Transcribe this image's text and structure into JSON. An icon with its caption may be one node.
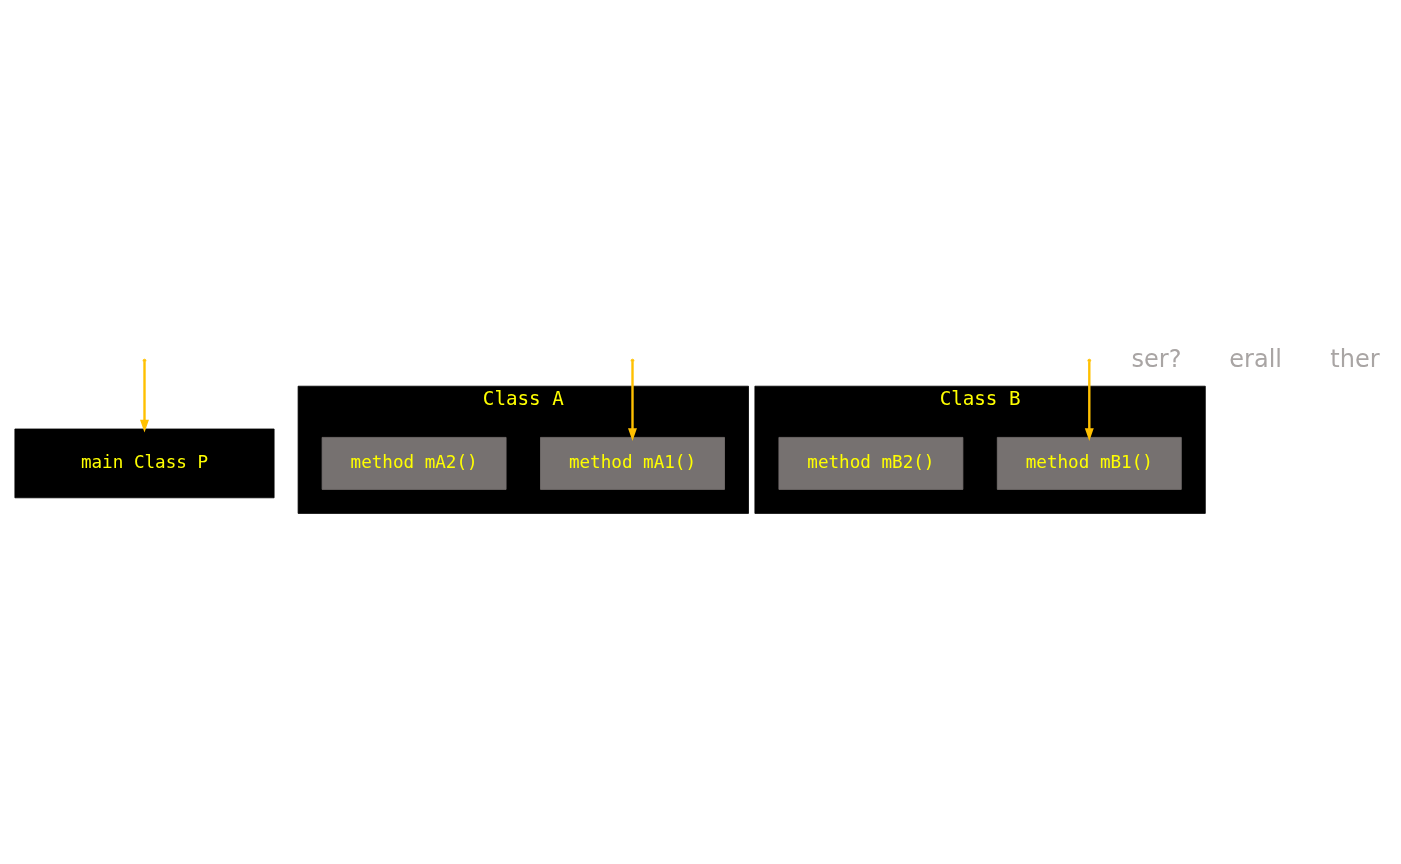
{
  "diagram": {
    "nodes": [
      {
        "text": [
          "main Class P"
        ]
      },
      {
        "text": [
          "Class A"
        ]
      },
      {
        "text": [
          "method mA1()"
        ],
        "in": 1
      },
      {
        "text": [
          "method mA2()"
        ],
        "in": 1
      },
      {
        "text": [
          "Class B"
        ]
      },
      {
        "text": [
          "method mB1()"
        ],
        "in": 4
      },
      {
        "text": [
          "method mB2()"
        ],
        "in": 4
      }
    ],
    "edges": [
      {
        "from": null,
        "to": 0,
        "arrow": "to"
      },
      {
        "from": null,
        "to": 2,
        "arrow": "to"
      },
      {
        "from": null,
        "to": 5,
        "arrow": "to"
      }
    ],
    "labels": [
      "ser?",
      "erall",
      "ther"
    ]
  }
}
